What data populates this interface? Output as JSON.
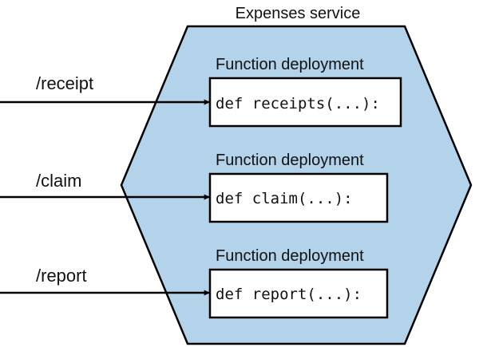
{
  "diagram": {
    "title": "Expenses service",
    "hexagon_fill": "#b3d3ea",
    "deployments": [
      {
        "label": "Function deployment",
        "code": "def receipts(...):",
        "route": "/receipt"
      },
      {
        "label": "Function deployment",
        "code": "def claim(...):",
        "route": "/claim"
      },
      {
        "label": "Function deployment",
        "code": "def report(...):",
        "route": "/report"
      }
    ]
  }
}
